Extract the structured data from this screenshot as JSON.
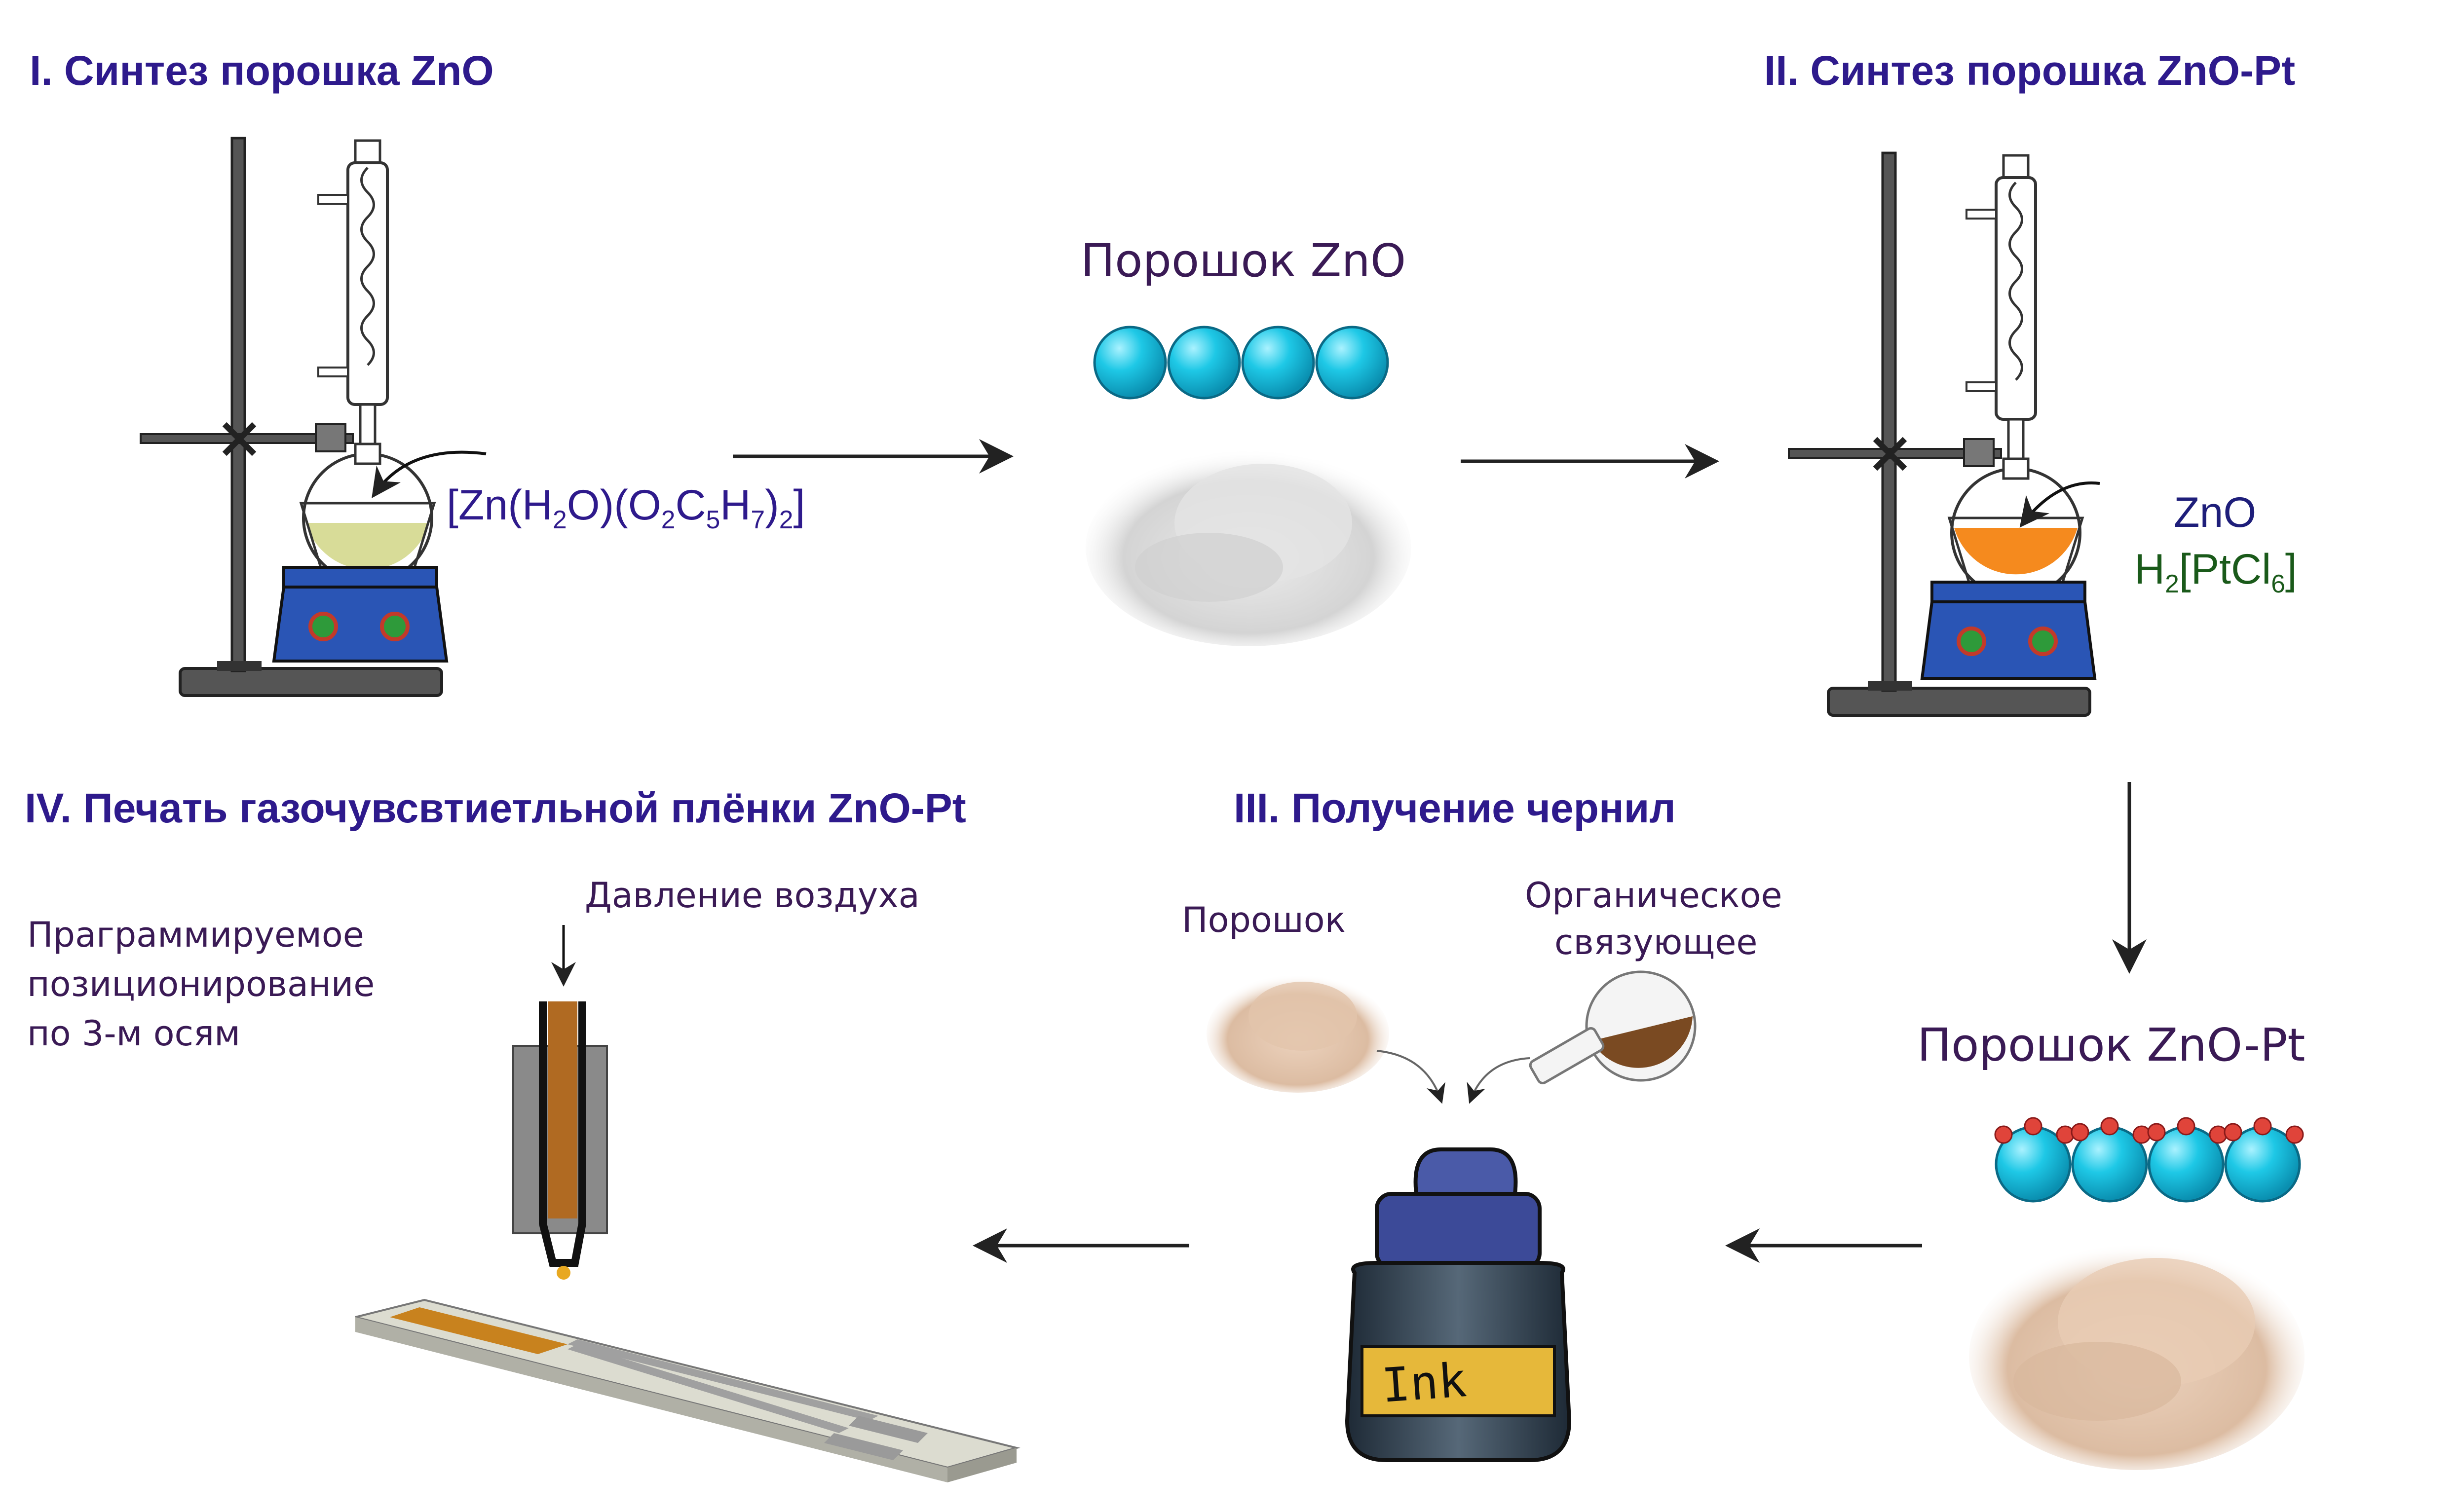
{
  "stages": {
    "s1": {
      "title": "I. Синтез порошка ZnO"
    },
    "s2": {
      "title": "II. Синтез порошка ZnO-Pt"
    },
    "s3": {
      "title": "III. Получение чернил"
    },
    "s4": {
      "title": "IV. Печать газочувсвтиетльной плёнки ZnO-Pt"
    }
  },
  "labels": {
    "zno_powder": "Порошок ZnO",
    "znopt_powder": "Порошок ZnO-Pt",
    "precursor": {
      "open": "[Zn(H",
      "s1": "2",
      "mid1": "O)(O",
      "s2": "2",
      "mid2": "C",
      "s3": "5",
      "mid3": "H",
      "s4": "7",
      "close1": ")",
      "s5": "2",
      "close2": "]"
    },
    "zno": "ZnO",
    "h2ptcl6": {
      "a": "H",
      "s1": "2",
      "b": "[PtCl",
      "s2": "6",
      "c": "]"
    },
    "ink_powder": "Порошок",
    "binder_line1": "Органическое",
    "binder_line2": "связующее",
    "air_pressure": "Давление воздуха",
    "positioning_line1": "Праграммируемое",
    "positioning_line2": "позиционирование",
    "positioning_line3": "по 3-м осям",
    "ink_bottle_label": "Ink"
  },
  "colors": {
    "title": "#2e1a8c",
    "sphere": "#1ec8e6",
    "pt_particle": "#e0443a",
    "heater": "#2a55b5",
    "zn_solution": "#d8dc98",
    "pt_solution": "#f58a1e",
    "ink_cap": "#4a5aa8",
    "ink_label": "#e6b83a",
    "electrode": "#c8821e"
  }
}
